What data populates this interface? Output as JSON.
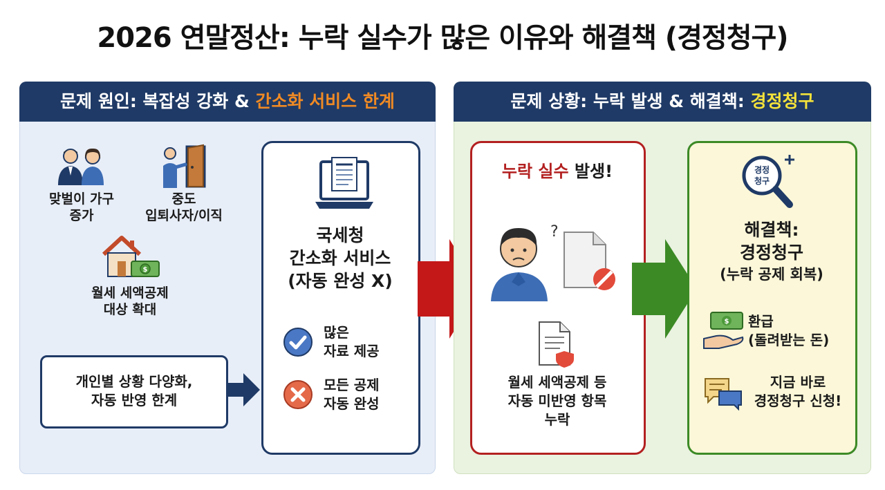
{
  "title": "2026 연말정산: 누락 실수가 많은 이유와 해결책 (경정청구)",
  "left_panel": {
    "header_main": "문제 원인: 복잡성 강화 & ",
    "header_highlight": "간소화 서비스 한계",
    "cause_dual_income": [
      "맞벌이 가구",
      "증가"
    ],
    "cause_job_change": [
      "중도",
      "입퇴사자/이직"
    ],
    "cause_rent": [
      "월세 세액공제",
      "대상 확대"
    ],
    "individual_box": [
      "개인별 상황 다양화,",
      "자동 반영 한계"
    ],
    "nts_title": [
      "국세청",
      "간소화 서비스",
      "(자동 완성 X)"
    ],
    "check_item": [
      "많은",
      "자료 제공"
    ],
    "cross_item": [
      "모든 공제",
      "자동 완성"
    ]
  },
  "right_panel": {
    "header_main": "문제 상황: 누락 발생 & 해결책: ",
    "header_highlight": "경정청구",
    "miss_title_red": "누락 실수",
    "miss_title_rest": " 발생!",
    "miss_desc": [
      "월세 세액공제 등",
      "자동 미반영 항목",
      "누락"
    ],
    "magnifier_text": [
      "경정",
      "청구"
    ],
    "solution_title": [
      "해결책:",
      "경정청구",
      "(누락 공제 회복)"
    ],
    "refund_item": [
      "환급",
      "(돌려받는 돈)"
    ],
    "apply_item": [
      "지금 바로",
      "경정청구 신청!"
    ]
  },
  "colors": {
    "navy": "#1f3a66",
    "orange": "#f08a24",
    "yellow": "#f4e23a",
    "red": "#b32020",
    "green": "#3c8a26"
  }
}
